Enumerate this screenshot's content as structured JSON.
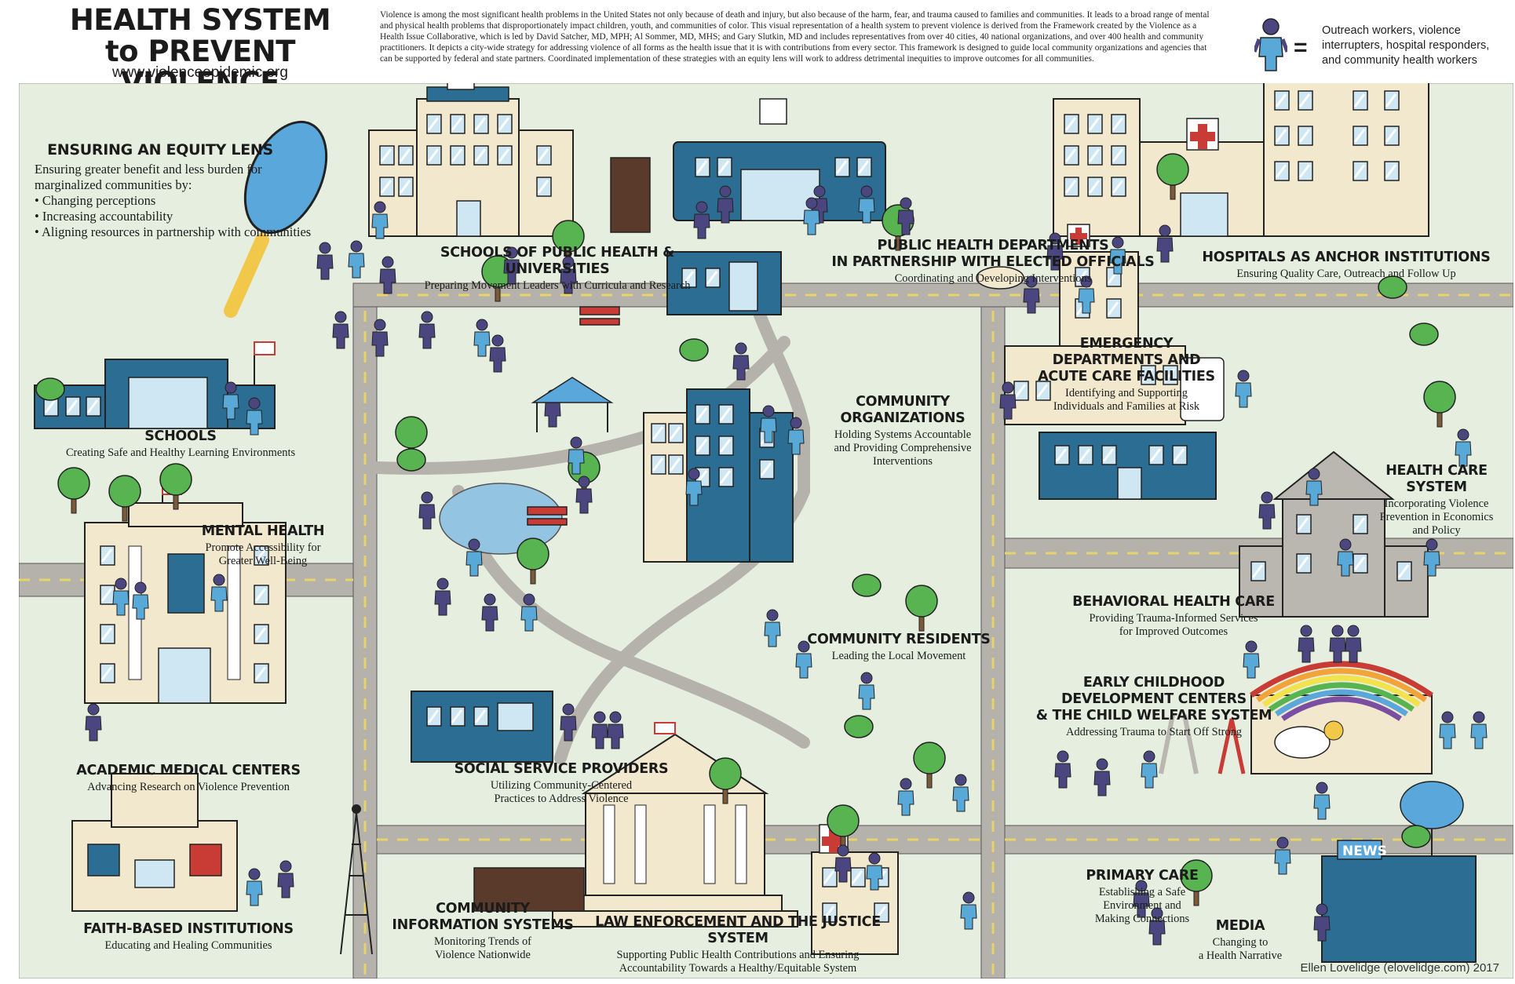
{
  "header": {
    "title_line1": "HEALTH SYSTEM",
    "title_line2": "to PREVENT VIOLENCE",
    "url": "www.violenceepidemic.org",
    "intro": "Violence is among the most significant health problems in the United States not only because of death and injury, but also because of the harm, fear, and trauma caused to families and communities. It leads to a broad range of mental and physical health problems that disproportionately impact children, youth, and communities of color. This visual representation of a health system to prevent violence is derived from the Framework created by the Violence as a Health Issue Collaborative, which is led by David Satcher, MD, MPH; Al Sommer, MD, MHS; and Gary Slutkin, MD and includes representatives from over 40 cities, 40 national organizations, and over 400 health and community practitioners. It depicts a city-wide strategy for addressing violence of all forms as the health issue that it is with contributions from every sector. This framework is designed to guide local community organizations and agencies that can be supported by federal and state partners. Coordinated implementation of these strategies with an equity lens will work to address detrimental inequities to improve outcomes for all communities."
  },
  "legend": {
    "symbol": "=",
    "text": "Outreach workers, violence interrupters, hospital responders, and community health workers"
  },
  "equity": {
    "heading": "ENSURING AN EQUITY LENS",
    "intro": "Ensuring greater benefit and less burden for marginalized communities by:",
    "items": [
      "Changing perceptions",
      "Increasing accountability",
      "Aligning resources in partnership with communities"
    ]
  },
  "sectors": {
    "schools_ph": {
      "h": "SCHOOLS OF PUBLIC HEALTH & UNIVERSITIES",
      "s": "Preparing Movement Leaders with Curricula and Research"
    },
    "phd_1": "PUBLIC HEALTH DEPARTMENTS",
    "phd_2": "IN PARTNERSHIP WITH ELECTED OFFICIALS",
    "phd_s": "Coordinating and Developing Interventions",
    "hospitals": {
      "h": "HOSPITALS AS ANCHOR INSTITUTIONS",
      "s": "Ensuring Quality Care, Outreach and Follow Up"
    },
    "schools": {
      "h": "SCHOOLS",
      "s": "Creating Safe and Healthy Learning Environments"
    },
    "mental_h": "MENTAL HEALTH",
    "mental_s1": "Promote Accessibility for",
    "mental_s2": "Greater Well-Being",
    "co_h1": "COMMUNITY",
    "co_h2": "ORGANIZATIONS",
    "co_s1": "Holding Systems Accountable",
    "co_s2": "and Providing Comprehensive",
    "co_s3": "Interventions",
    "ed_h1": "EMERGENCY",
    "ed_h2": "DEPARTMENTS AND",
    "ed_h3": "ACUTE CARE FACILITIES",
    "ed_s1": "Identifying and Supporting",
    "ed_s2": "Individuals and Families at Risk",
    "hcs_h1": "HEALTH CARE",
    "hcs_h2": "SYSTEM",
    "hcs_s1": "Incorporating Violence",
    "hcs_s2": "Prevention in Economics",
    "hcs_s3": "and Policy",
    "residents": {
      "h": "COMMUNITY RESIDENTS",
      "s": "Leading the Local Movement"
    },
    "bhc_h": "BEHAVIORAL HEALTH CARE",
    "bhc_s1": "Providing Trauma-Informed Services",
    "bhc_s2": "for Improved Outcomes",
    "ecd_h1": "EARLY CHILDHOOD",
    "ecd_h2": "DEVELOPMENT CENTERS",
    "ecd_h3": "& THE CHILD WELFARE SYSTEM",
    "ecd_s": "Addressing Trauma to Start Off Strong",
    "amc": {
      "h": "ACADEMIC MEDICAL CENTERS",
      "s": "Advancing Research on Violence Prevention"
    },
    "ssp_h": "SOCIAL SERVICE PROVIDERS",
    "ssp_s1": "Utilizing Community-Centered",
    "ssp_s2": "Practices to Address Violence",
    "faith": {
      "h": "FAITH-BASED INSTITUTIONS",
      "s": "Educating and Healing Communities"
    },
    "cis_h1": "COMMUNITY",
    "cis_h2": "INFORMATION SYSTEMS",
    "cis_s1": "Monitoring Trends of",
    "cis_s2": "Violence Nationwide",
    "law_h": "LAW ENFORCEMENT AND THE JUSTICE SYSTEM",
    "law_s1": "Supporting Public Health Contributions and Ensuring",
    "law_s2": "Accountability Towards a Healthy/Equitable System",
    "pc_h": "PRIMARY CARE",
    "pc_s1": "Establishing a Safe",
    "pc_s2": "Environment and",
    "pc_s3": "Making Connections",
    "media_h": "MEDIA",
    "media_s1": "Changing to",
    "media_s2": "a Health Narrative"
  },
  "signs": {
    "news": "NEWS"
  },
  "footer": {
    "credit": "Ellen Lovelidge (elovelidge.com) 2017"
  },
  "colors": {
    "background": "#e6efdf",
    "road": "#b5b2ac",
    "road_line": "#e8d36a",
    "building_blue": "#2c6e93",
    "building_beige": "#f1e8cd",
    "window": "#cfe6f3",
    "person_purple": "#4c4680",
    "person_blue": "#58a9d8",
    "tree_green": "#58b351",
    "pond": "#93c5e2",
    "bench_red": "#c93b35",
    "magnifier_handle": "#f2c84b",
    "magnifier_glass": "#5aa7dc"
  }
}
